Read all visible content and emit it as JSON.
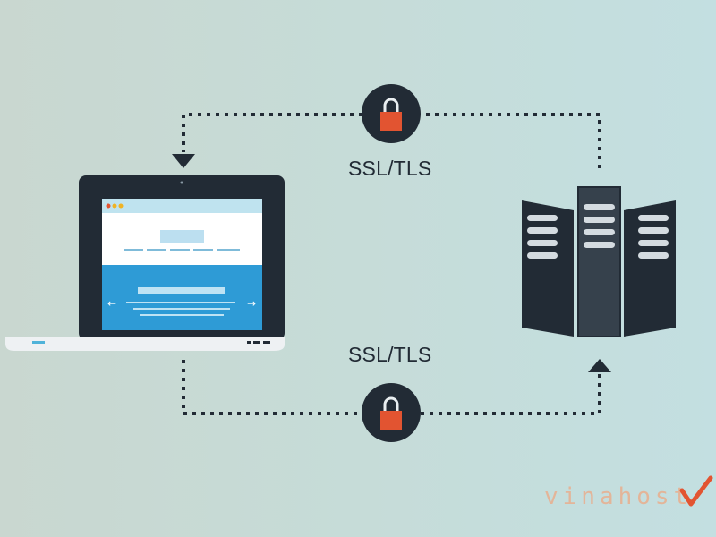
{
  "diagram": {
    "top_protocol_label": "SSL/TLS",
    "bottom_protocol_label": "SSL/TLS",
    "nodes": [
      {
        "id": "client",
        "icon": "laptop-icon"
      },
      {
        "id": "server",
        "icon": "server-rack-icon"
      }
    ],
    "connections": [
      {
        "from": "server",
        "to": "client",
        "secured_by": "padlock-icon",
        "label": "SSL/TLS"
      },
      {
        "from": "client",
        "to": "server",
        "secured_by": "padlock-icon",
        "label": "SSL/TLS"
      }
    ]
  },
  "watermark": {
    "text": "vinahost"
  },
  "colors": {
    "dark": "#222b35",
    "lock_orange": "#e25431",
    "screen_blue": "#2e9bd6",
    "screen_top": "#5bc3d8",
    "laptop_base": "#eef1f3"
  }
}
